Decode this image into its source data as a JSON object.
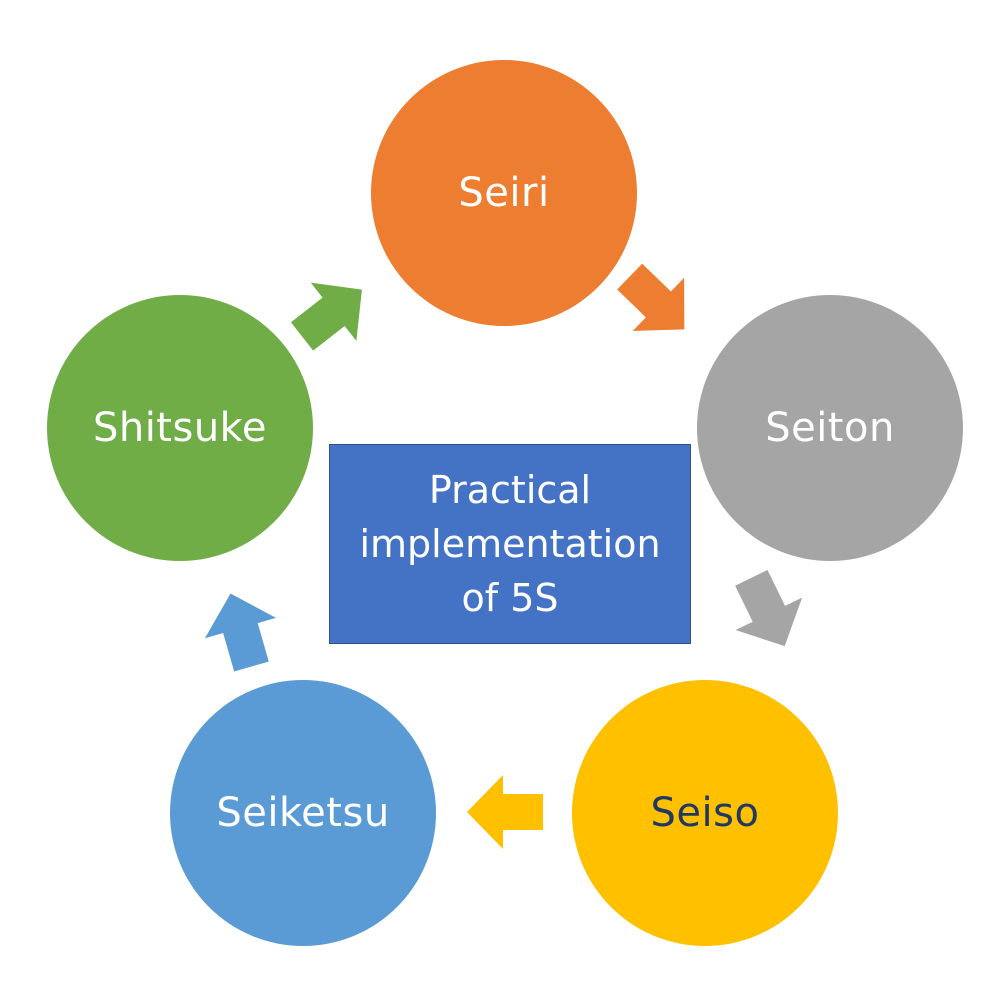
{
  "diagram": {
    "center": {
      "label": "Practical\nimplementation\nof 5S",
      "color": "#4472c4"
    },
    "nodes": [
      {
        "id": "seiri",
        "label": "Seiri",
        "color": "#ed7d31",
        "text_color": "#ffffff"
      },
      {
        "id": "seiton",
        "label": "Seiton",
        "color": "#a5a5a5",
        "text_color": "#ffffff"
      },
      {
        "id": "seiso",
        "label": "Seiso",
        "color": "#ffc000",
        "text_color": "#1f3864"
      },
      {
        "id": "seiketsu",
        "label": "Seiketsu",
        "color": "#5b9bd5",
        "text_color": "#ffffff"
      },
      {
        "id": "shitsuke",
        "label": "Shitsuke",
        "color": "#70ad47",
        "text_color": "#ffffff"
      }
    ],
    "connections": [
      {
        "from": "seiri",
        "to": "seiton",
        "color": "#ed7d31"
      },
      {
        "from": "seiton",
        "to": "seiso",
        "color": "#a5a5a5"
      },
      {
        "from": "seiso",
        "to": "seiketsu",
        "color": "#ffc000"
      },
      {
        "from": "seiketsu",
        "to": "shitsuke",
        "color": "#5b9bd5"
      },
      {
        "from": "shitsuke",
        "to": "seiri",
        "color": "#70ad47"
      }
    ]
  }
}
